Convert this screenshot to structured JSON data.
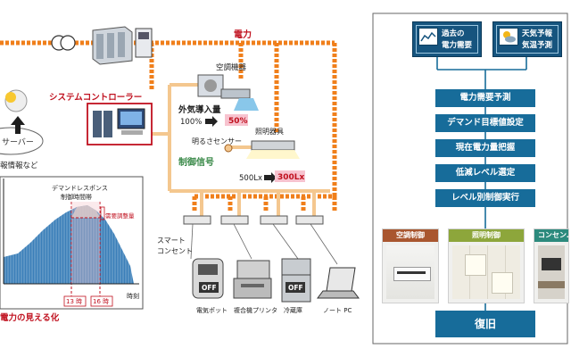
{
  "left": {
    "power_label": "電力",
    "system_controller_label": "システムコントローラー",
    "server_label": "サーバー",
    "weather_info_label": "報情報など",
    "aircon_label": "空調機器",
    "outside_air_label": "外気導入量",
    "air_from": "100%",
    "air_to": "50%",
    "lighting_label": "照明器具",
    "brightness_sensor_label": "明るさセンサー",
    "control_signal_label": "制御信号",
    "lux_from": "500Lx",
    "lux_to": "300Lx",
    "smart_outlet_line1": "スマート",
    "smart_outlet_line2": "コンセント",
    "appliances": [
      {
        "name": "電気ポット",
        "badge": "OFF"
      },
      {
        "name": "複合機プリンタ",
        "badge": ""
      },
      {
        "name": "冷蔵庫",
        "badge": "OFF"
      },
      {
        "name": "ノート PC",
        "badge": ""
      }
    ],
    "graph": {
      "dr_line1": "デマンドレスポンス",
      "dr_line2": "制御時間帯",
      "adjust_label": "需要調整量",
      "start_time": "13 時",
      "end_time": "16 時",
      "x_label": "時刻",
      "caption": "電力の見える化"
    }
  },
  "right": {
    "top_boxes": [
      {
        "line1": "過去の",
        "line2": "電力需要"
      },
      {
        "line1": "天気予報",
        "line2": "気温予測"
      }
    ],
    "steps": [
      "電力需要予測",
      "デマンド目標値設定",
      "現在電力量把握",
      "低減レベル選定",
      "レベル別制御実行"
    ],
    "panels": [
      "空調制御",
      "照明制御",
      "コンセン… 電力制御"
    ],
    "final_step": "復旧"
  },
  "colors": {
    "power_line": "#f07f1b",
    "signal_line": "#f4c78f",
    "navy": "#16547e",
    "flow": "#176c9a",
    "red": "#c0111f"
  }
}
